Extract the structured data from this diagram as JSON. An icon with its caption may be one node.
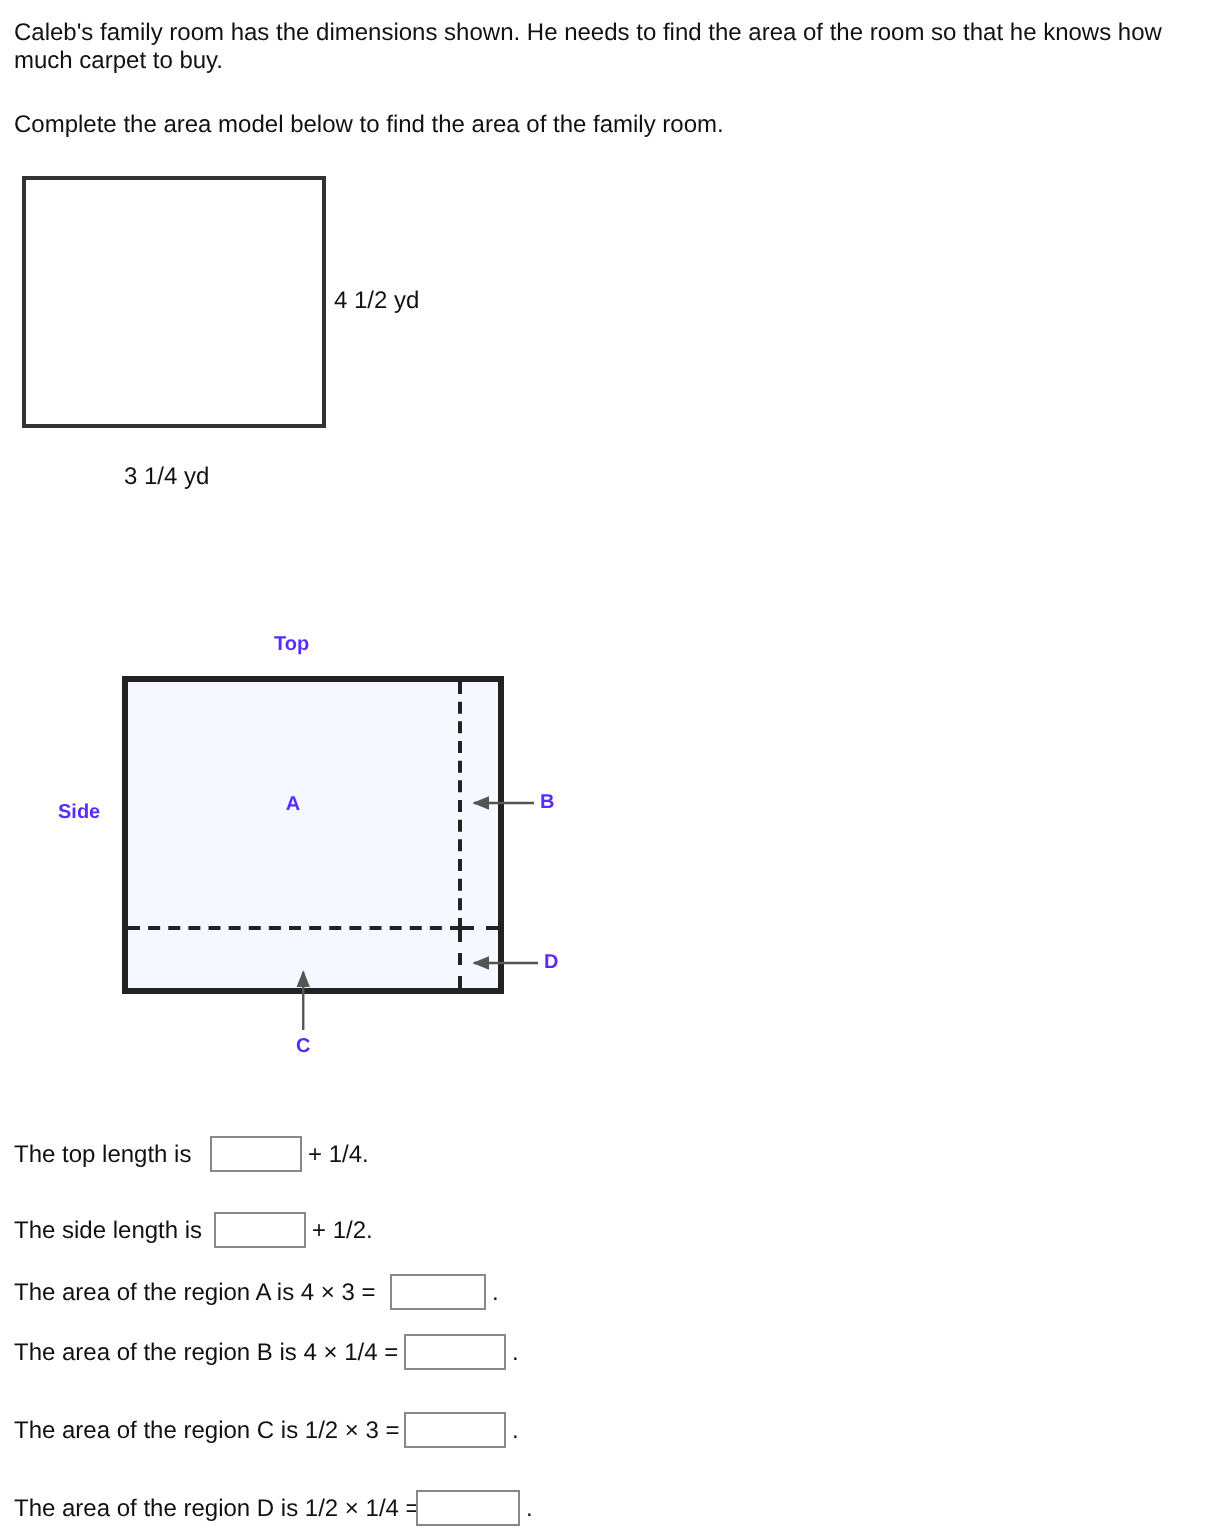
{
  "diagram": {
    "nodes": [
      {
        "text": [],
        "shape": "box",
        "beside": [
          "4 1/2 yd",
          "3 1/4 yd"
        ]
      },
      {
        "text": [],
        "shape": "box",
        "beside": [
          "Top",
          "Side"
        ]
      },
      {
        "text": [
          "A"
        ],
        "in": 1
      },
      {
        "text": [],
        "shape": "box",
        "in": 1
      },
      {
        "text": [],
        "shape": "box",
        "in": 1
      },
      {
        "text": [],
        "shape": "box",
        "in": 1
      },
      {
        "text": [
          "B"
        ]
      },
      {
        "text": [
          "C"
        ]
      },
      {
        "text": [
          "D"
        ]
      }
    ],
    "edges": [
      {
        "from": 6,
        "to": 3,
        "arrow": "to"
      },
      {
        "from": 7,
        "to": 4,
        "arrow": "to"
      },
      {
        "from": 8,
        "to": 5,
        "arrow": "to"
      }
    ],
    "labels": [
      "Caleb's family room has the dimensions shown. He needs to find the area of the room so that he knows how much carpet to buy.",
      "Complete the area model below to find the area of the family room.",
      "The top length is",
      "+ 1/4.",
      "The side length is",
      "+ 1/2.",
      "The area of the region A is 4 × 3 =",
      ".",
      "The area of the region B is 4 × 1/4 =",
      ".",
      "The area of the region C is 1/2 × 3 =",
      ".",
      "The area of the region D is 1/2 × 1/4 =",
      "."
    ]
  }
}
